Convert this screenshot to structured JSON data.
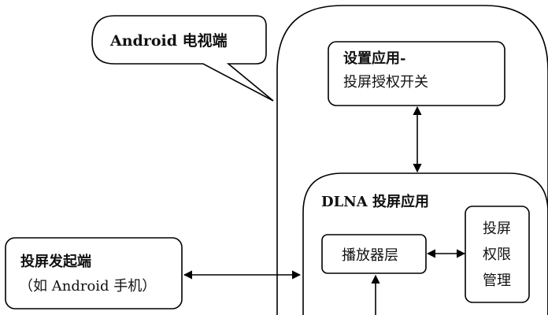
{
  "callout": {
    "label": "Android 电视端"
  },
  "settings_app": {
    "line1": "设置应用-",
    "line2": "投屏授权开关"
  },
  "dlna_app": {
    "label": "DLNA 投屏应用"
  },
  "player_layer": {
    "label": "播放器层"
  },
  "permission_mgmt": {
    "line1": "投屏",
    "line2": "权限",
    "line3": "管理"
  },
  "initiator": {
    "line1": "投屏发起端",
    "line2": "（如 Android 手机）"
  }
}
